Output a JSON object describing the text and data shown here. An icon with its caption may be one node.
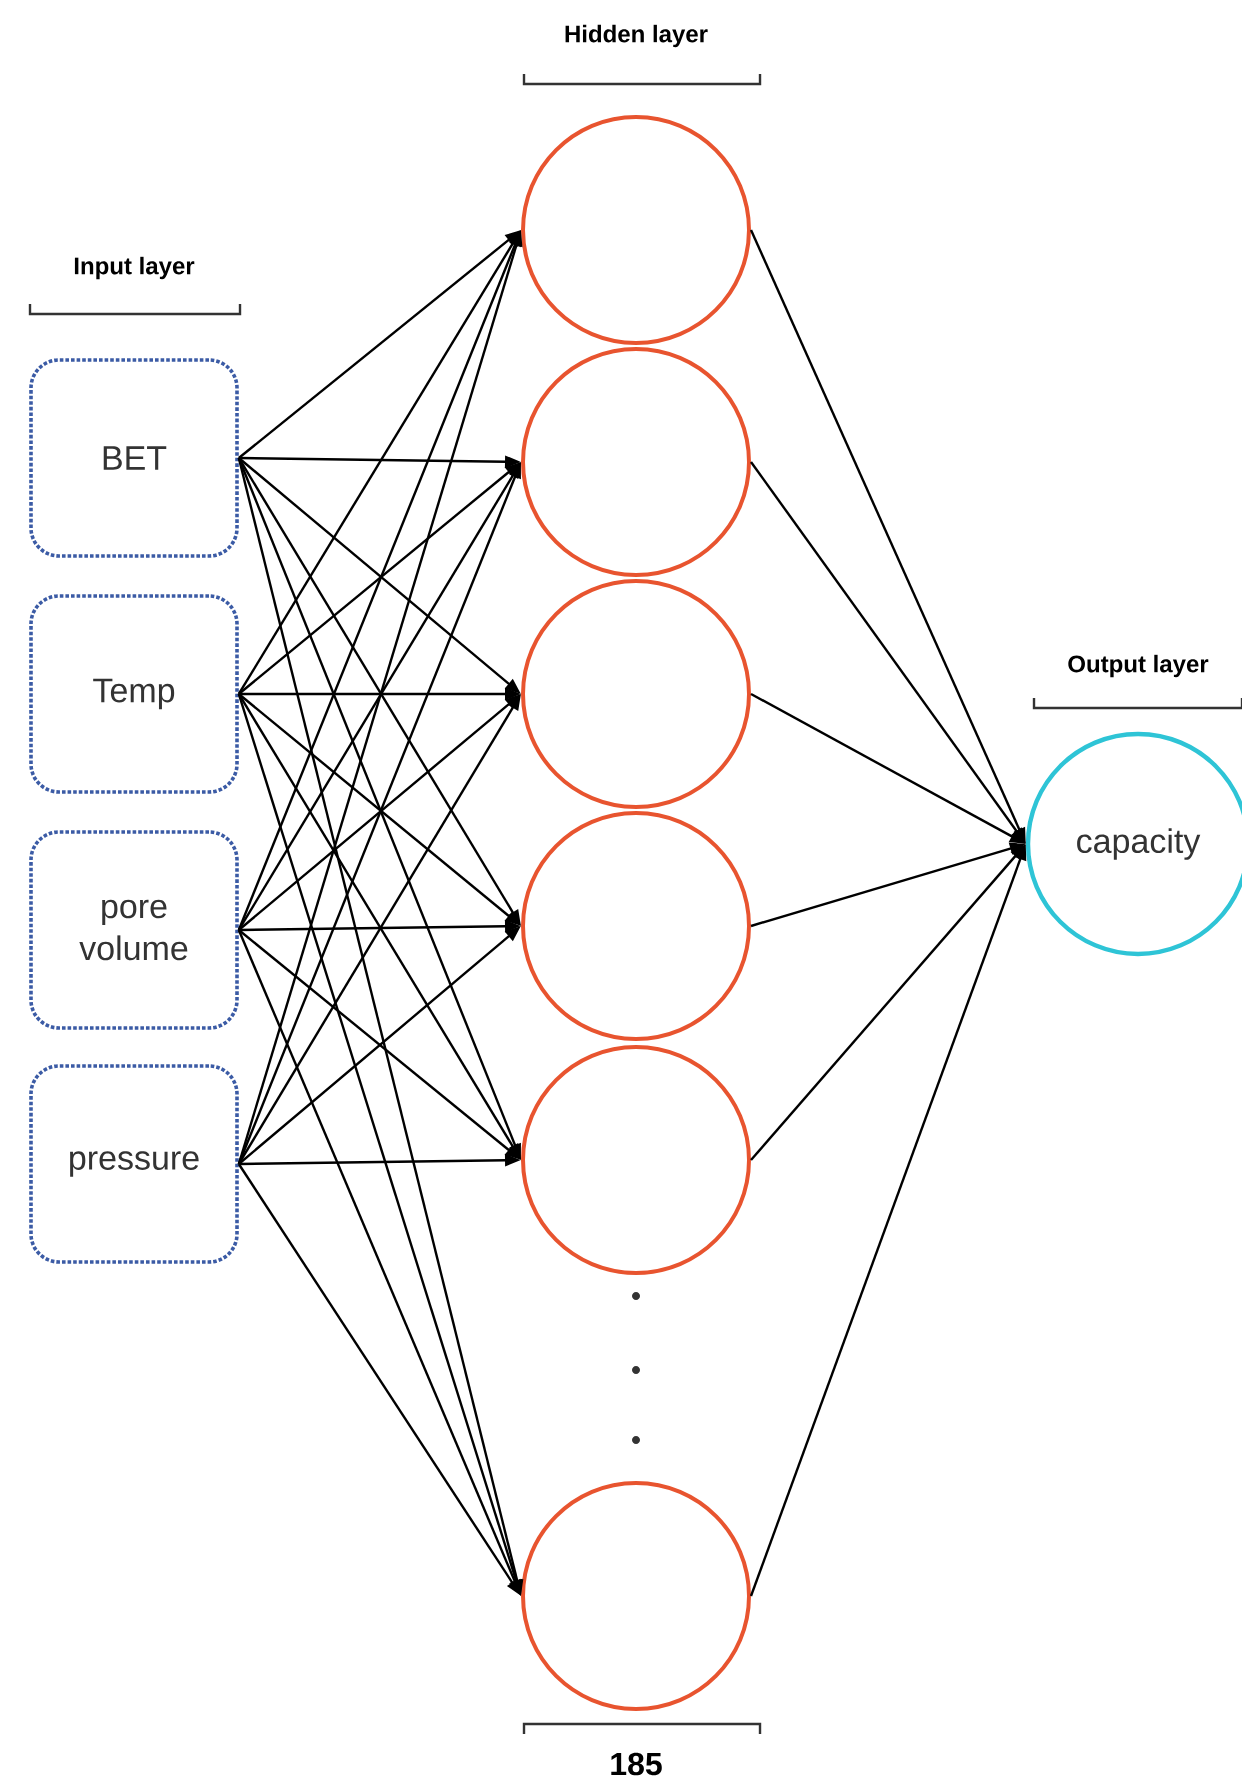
{
  "diagram": {
    "nodes": [
      {
        "text": [
          "BET"
        ]
      },
      {
        "text": [
          "Temp"
        ]
      },
      {
        "text": [
          "pore volume"
        ]
      },
      {
        "text": [
          "pressure"
        ]
      },
      {
        "text": [],
        "shape": "circle"
      },
      {
        "text": [],
        "shape": "circle"
      },
      {
        "text": [],
        "shape": "circle"
      },
      {
        "text": [],
        "shape": "circle"
      },
      {
        "text": [],
        "shape": "circle"
      },
      {
        "text": [],
        "shape": "circle"
      },
      {
        "text": [
          "capacity"
        ]
      }
    ],
    "edges": [
      {
        "from": 0,
        "to": 4,
        "arrow": "to"
      },
      {
        "from": 0,
        "to": 5,
        "arrow": "to"
      },
      {
        "from": 0,
        "to": 6,
        "arrow": "to"
      },
      {
        "from": 0,
        "to": 7,
        "arrow": "to"
      },
      {
        "from": 0,
        "to": 8,
        "arrow": "to"
      },
      {
        "from": 0,
        "to": 9,
        "arrow": "to"
      },
      {
        "from": 1,
        "to": 4,
        "arrow": "to"
      },
      {
        "from": 1,
        "to": 5,
        "arrow": "to"
      },
      {
        "from": 1,
        "to": 6,
        "arrow": "to"
      },
      {
        "from": 1,
        "to": 7,
        "arrow": "to"
      },
      {
        "from": 1,
        "to": 8,
        "arrow": "to"
      },
      {
        "from": 1,
        "to": 9,
        "arrow": "to"
      },
      {
        "from": 2,
        "to": 4,
        "arrow": "to"
      },
      {
        "from": 2,
        "to": 5,
        "arrow": "to"
      },
      {
        "from": 2,
        "to": 6,
        "arrow": "to"
      },
      {
        "from": 2,
        "to": 7,
        "arrow": "to"
      },
      {
        "from": 2,
        "to": 8,
        "arrow": "to"
      },
      {
        "from": 2,
        "to": 9,
        "arrow": "to"
      },
      {
        "from": 3,
        "to": 4,
        "arrow": "to"
      },
      {
        "from": 3,
        "to": 5,
        "arrow": "to"
      },
      {
        "from": 3,
        "to": 6,
        "arrow": "to"
      },
      {
        "from": 3,
        "to": 7,
        "arrow": "to"
      },
      {
        "from": 3,
        "to": 8,
        "arrow": "to"
      },
      {
        "from": 3,
        "to": 9,
        "arrow": "to"
      },
      {
        "from": 4,
        "to": 10,
        "arrow": "to"
      },
      {
        "from": 5,
        "to": 10,
        "arrow": "to"
      },
      {
        "from": 6,
        "to": 10,
        "arrow": "to"
      },
      {
        "from": 7,
        "to": 10,
        "arrow": "to"
      },
      {
        "from": 8,
        "to": 10,
        "arrow": "to"
      },
      {
        "from": 9,
        "to": 10,
        "arrow": "to"
      }
    ],
    "labels": [
      "Hidden layer",
      "Input layer",
      "Output layer",
      "185"
    ]
  }
}
